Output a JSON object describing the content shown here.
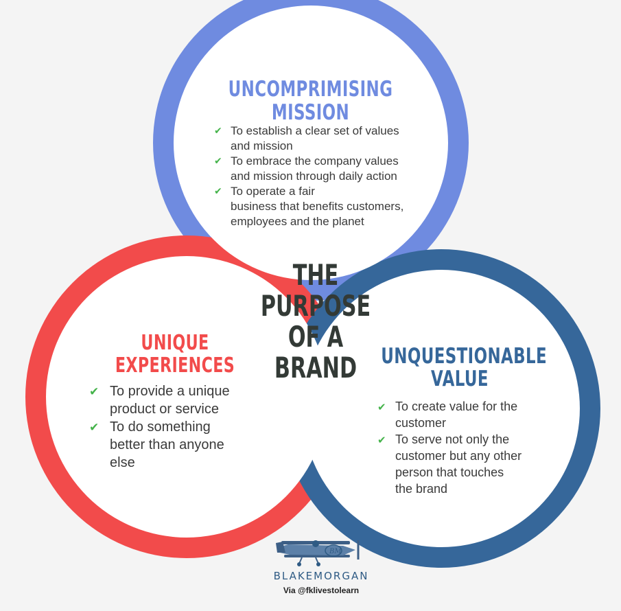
{
  "colors": {
    "top_ring": "#6f8be0",
    "left_ring": "#f24b4b",
    "right_ring": "#36679a",
    "fill": "#ffffff",
    "center_text": "#333a36",
    "check": "#44b34a",
    "logo": "#2f5b84"
  },
  "center": {
    "lines": [
      "THE",
      "PURPOSE",
      "OF A",
      "BRAND"
    ]
  },
  "top": {
    "heading_line1": "UNCOMPRIMISING",
    "heading_line2": "MISSION",
    "items": [
      {
        "line1": "To establish a clear set of values",
        "line2": "and mission"
      },
      {
        "line1": "To embrace the company values",
        "line2": "and mission through daily action"
      },
      {
        "line1": "To operate a fair",
        "line2": "business that benefits customers,",
        "line3": "employees and the planet"
      }
    ]
  },
  "left": {
    "heading_line1": "UNIQUE",
    "heading_line2": "EXPERIENCES",
    "items": [
      {
        "line1": "To provide a unique",
        "line2": "product or service"
      },
      {
        "line1": "To do something",
        "line2": "better than anyone",
        "line3": "else"
      }
    ]
  },
  "right": {
    "heading_line1": "UNQUESTIONABLE",
    "heading_line2": "VALUE",
    "items": [
      {
        "line1": "To create value for the",
        "line2": "customer"
      },
      {
        "line1": "To serve not only the",
        "line2": "customer but any other",
        "line3": "person that touches",
        "line4": "the brand"
      }
    ]
  },
  "check_icon": "checkmark-icon",
  "logo": {
    "icon": "biplane-icon",
    "text": "BLAKEMORGAN",
    "via": "Via @fklivestolearn"
  }
}
